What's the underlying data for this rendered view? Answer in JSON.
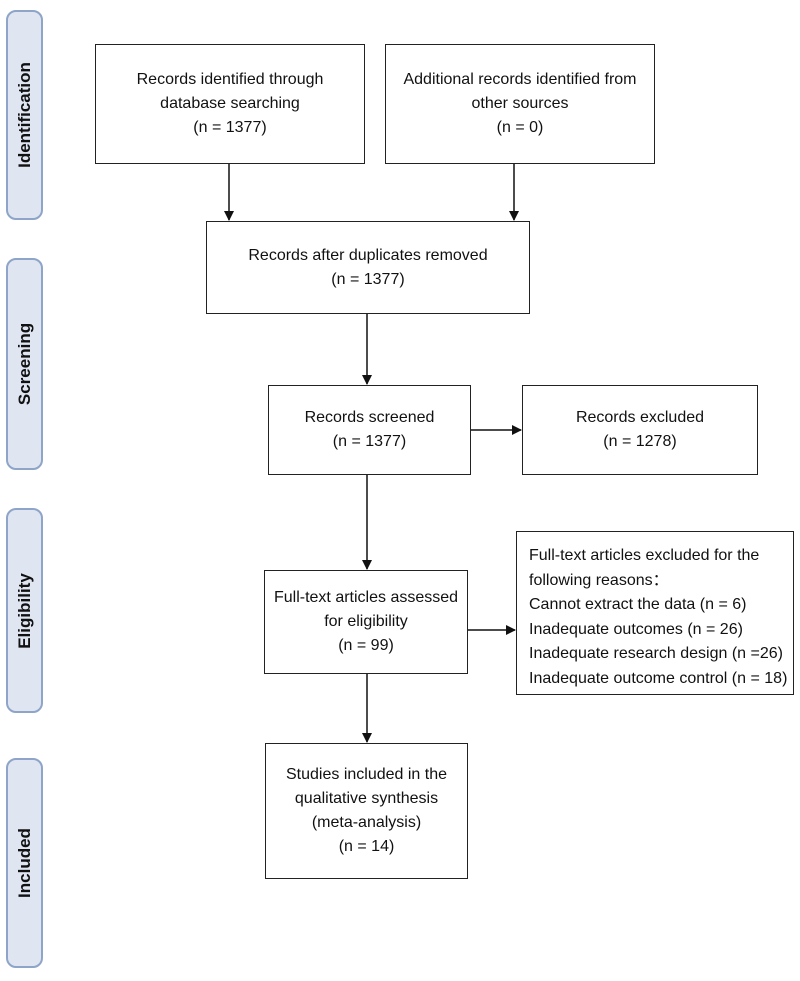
{
  "stages": [
    {
      "id": "identification",
      "label": "Identification"
    },
    {
      "id": "screening",
      "label": "Screening"
    },
    {
      "id": "eligibility",
      "label": "Eligibility"
    },
    {
      "id": "included",
      "label": "Included"
    }
  ],
  "boxes": {
    "database_records": [
      "Records identified through",
      "database searching",
      "(n = 1377)"
    ],
    "other_sources": [
      "Additional records identified from",
      "other sources",
      "(n = 0)"
    ],
    "duplicates_removed": [
      "Records after duplicates removed",
      "(n = 1377)"
    ],
    "screened": [
      "Records screened",
      "(n = 1377)"
    ],
    "excluded": [
      "Records excluded",
      "(n = 1278)"
    ],
    "fulltext_assessed": [
      "Full-text articles assessed",
      "for eligibility",
      "(n = 99)"
    ],
    "fulltext_excluded": [
      "Full-text articles excluded for the",
      "following reasons：",
      "Cannot extract the data (n = 6)",
      "Inadequate outcomes (n = 26)",
      "Inadequate research design (n =26)",
      "Inadequate outcome control (n = 18)"
    ],
    "included_studies": [
      "Studies included in the",
      "qualitative synthesis",
      "(meta-analysis)",
      "(n = 14)"
    ]
  }
}
